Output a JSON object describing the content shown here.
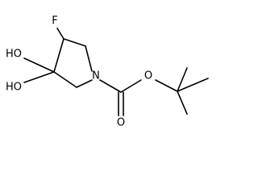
{
  "structure": {
    "atoms": {
      "fluorine": "F",
      "hydroxyl_top": "HO",
      "hydroxyl_bottom": "HO",
      "ring_nitrogen": "N",
      "carbonyl_oxygen": "O",
      "ester_oxygen": "O"
    }
  }
}
